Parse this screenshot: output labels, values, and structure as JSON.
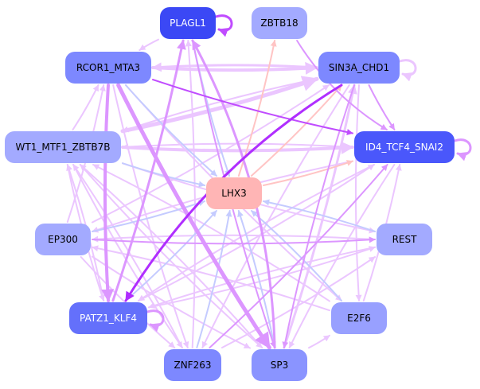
{
  "diagram": {
    "type": "directed-network",
    "colors": {
      "pink_edge": "#ffc4c4",
      "blue_edge": "#c4cbff",
      "light_purple_edge": "#ebc6ff",
      "mid_purple_edge": "#dc96ff",
      "strong_purple_edge": "#c04cff",
      "deep_purple_edge": "#b02eff"
    },
    "nodes": [
      {
        "id": "PLAGL1",
        "label": "PLAGL1",
        "fill": "#3b48f5",
        "text": "#ffffff"
      },
      {
        "id": "ZBTB18",
        "label": "ZBTB18",
        "fill": "#a3aaff",
        "text": "#000000"
      },
      {
        "id": "RCOR1_MTA3",
        "label": "RCOR1_MTA3",
        "fill": "#7d88ff",
        "text": "#000000"
      },
      {
        "id": "SIN3A_CHD1",
        "label": "SIN3A_CHD1",
        "fill": "#7d88ff",
        "text": "#000000"
      },
      {
        "id": "WT1_MTF1_ZBTB7B",
        "label": "WT1_MTF1_ZBTB7B",
        "fill": "#a3aaff",
        "text": "#000000"
      },
      {
        "id": "ID4_TCF4_SNAI2",
        "label": "ID4_TCF4_SNAI2",
        "fill": "#4a57fb",
        "text": "#ffffff"
      },
      {
        "id": "LHX3",
        "label": "LHX3",
        "fill": "#ffb5b5",
        "text": "#000000"
      },
      {
        "id": "EP300",
        "label": "EP300",
        "fill": "#a3aaff",
        "text": "#000000"
      },
      {
        "id": "REST",
        "label": "REST",
        "fill": "#a3aaff",
        "text": "#000000"
      },
      {
        "id": "PATZ1_KLF4",
        "label": "PATZ1_KLF4",
        "fill": "#6470fb",
        "text": "#ffffff"
      },
      {
        "id": "E2F6",
        "label": "E2F6",
        "fill": "#98a0ff",
        "text": "#000000"
      },
      {
        "id": "ZNF263",
        "label": "ZNF263",
        "fill": "#7d88ff",
        "text": "#000000"
      },
      {
        "id": "SP3",
        "label": "SP3",
        "fill": "#8a94ff",
        "text": "#000000"
      }
    ],
    "edges": [
      {
        "from": "PLAGL1",
        "to": "PLAGL1",
        "color": "strong_purple_edge",
        "weight": 3
      },
      {
        "from": "SIN3A_CHD1",
        "to": "SIN3A_CHD1",
        "color": "light_purple_edge",
        "weight": 3
      },
      {
        "from": "ID4_TCF4_SNAI2",
        "to": "ID4_TCF4_SNAI2",
        "color": "mid_purple_edge",
        "weight": 3
      },
      {
        "from": "PATZ1_KLF4",
        "to": "PATZ1_KLF4",
        "color": "mid_purple_edge",
        "weight": 3
      },
      {
        "from": "PLAGL1",
        "to": "RCOR1_MTA3",
        "color": "light_purple_edge",
        "weight": 2
      },
      {
        "from": "PLAGL1",
        "to": "LHX3",
        "color": "blue_edge",
        "weight": 2
      },
      {
        "from": "LHX3",
        "to": "ZBTB18",
        "color": "pink_edge",
        "weight": 2
      },
      {
        "from": "ZBTB18",
        "to": "ID4_TCF4_SNAI2",
        "color": "mid_purple_edge",
        "weight": 2
      },
      {
        "from": "RCOR1_MTA3",
        "to": "SIN3A_CHD1",
        "color": "light_purple_edge",
        "weight": 4
      },
      {
        "from": "RCOR1_MTA3",
        "to": "ID4_TCF4_SNAI2",
        "color": "strong_purple_edge",
        "weight": 2
      },
      {
        "from": "RCOR1_MTA3",
        "to": "LHX3",
        "color": "blue_edge",
        "weight": 2
      },
      {
        "from": "SIN3A_CHD1",
        "to": "RCOR1_MTA3",
        "color": "light_purple_edge",
        "weight": 3
      },
      {
        "from": "SIN3A_CHD1",
        "to": "ID4_TCF4_SNAI2",
        "color": "mid_purple_edge",
        "weight": 2
      },
      {
        "from": "SIN3A_CHD1",
        "to": "WT1_MTF1_ZBTB7B",
        "color": "light_purple_edge",
        "weight": 2
      },
      {
        "from": "SIN3A_CHD1",
        "to": "PATZ1_KLF4",
        "color": "deep_purple_edge",
        "weight": 3
      },
      {
        "from": "LHX3",
        "to": "SIN3A_CHD1",
        "color": "pink_edge",
        "weight": 2
      },
      {
        "from": "LHX3",
        "to": "ID4_TCF4_SNAI2",
        "color": "pink_edge",
        "weight": 2
      },
      {
        "from": "WT1_MTF1_ZBTB7B",
        "to": "ID4_TCF4_SNAI2",
        "color": "light_purple_edge",
        "weight": 4
      },
      {
        "from": "WT1_MTF1_ZBTB7B",
        "to": "RCOR1_MTA3",
        "color": "light_purple_edge",
        "weight": 2
      },
      {
        "from": "WT1_MTF1_ZBTB7B",
        "to": "SIN3A_CHD1",
        "color": "light_purple_edge",
        "weight": 5
      },
      {
        "from": "WT1_MTF1_ZBTB7B",
        "to": "LHX3",
        "color": "blue_edge",
        "weight": 2
      },
      {
        "from": "EP300",
        "to": "LHX3",
        "color": "blue_edge",
        "weight": 2
      },
      {
        "from": "EP300",
        "to": "REST",
        "color": "mid_purple_edge",
        "weight": 2
      },
      {
        "from": "REST",
        "to": "LHX3",
        "color": "blue_edge",
        "weight": 2
      },
      {
        "from": "REST",
        "to": "EP300",
        "color": "light_purple_edge",
        "weight": 2
      },
      {
        "from": "PATZ1_KLF4",
        "to": "PLAGL1",
        "color": "mid_purple_edge",
        "weight": 3
      },
      {
        "from": "PATZ1_KLF4",
        "to": "LHX3",
        "color": "blue_edge",
        "weight": 2
      },
      {
        "from": "PATZ1_KLF4",
        "to": "ID4_TCF4_SNAI2",
        "color": "light_purple_edge",
        "weight": 2
      },
      {
        "from": "RCOR1_MTA3",
        "to": "PATZ1_KLF4",
        "color": "mid_purple_edge",
        "weight": 4
      },
      {
        "from": "RCOR1_MTA3",
        "to": "SP3",
        "color": "mid_purple_edge",
        "weight": 5
      },
      {
        "from": "RCOR1_MTA3",
        "to": "ZNF263",
        "color": "light_purple_edge",
        "weight": 2
      },
      {
        "from": "RCOR1_MTA3",
        "to": "E2F6",
        "color": "light_purple_edge",
        "weight": 2
      },
      {
        "from": "WT1_MTF1_ZBTB7B",
        "to": "REST",
        "color": "light_purple_edge",
        "weight": 2
      },
      {
        "from": "WT1_MTF1_ZBTB7B",
        "to": "SP3",
        "color": "light_purple_edge",
        "weight": 2
      },
      {
        "from": "E2F6",
        "to": "LHX3",
        "color": "blue_edge",
        "weight": 2
      },
      {
        "from": "E2F6",
        "to": "EP300",
        "color": "light_purple_edge",
        "weight": 2
      },
      {
        "from": "E2F6",
        "to": "ID4_TCF4_SNAI2",
        "color": "light_purple_edge",
        "weight": 2
      },
      {
        "from": "SP3",
        "to": "LHX3",
        "color": "blue_edge",
        "weight": 2
      },
      {
        "from": "SP3",
        "to": "E2F6",
        "color": "light_purple_edge",
        "weight": 2
      },
      {
        "from": "SP3",
        "to": "PLAGL1",
        "color": "mid_purple_edge",
        "weight": 3
      },
      {
        "from": "SP3",
        "to": "WT1_MTF1_ZBTB7B",
        "color": "light_purple_edge",
        "weight": 2
      },
      {
        "from": "SP3",
        "to": "SIN3A_CHD1",
        "color": "light_purple_edge",
        "weight": 3
      },
      {
        "from": "ZNF263",
        "to": "LHX3",
        "color": "blue_edge",
        "weight": 2
      },
      {
        "from": "ZNF263",
        "to": "ID4_TCF4_SNAI2",
        "color": "mid_purple_edge",
        "weight": 2
      },
      {
        "from": "ZNF263",
        "to": "PLAGL1",
        "color": "light_purple_edge",
        "weight": 2
      },
      {
        "from": "EP300",
        "to": "ZNF263",
        "color": "light_purple_edge",
        "weight": 2
      },
      {
        "from": "EP300",
        "to": "SP3",
        "color": "light_purple_edge",
        "weight": 2
      },
      {
        "from": "EP300",
        "to": "RCOR1_MTA3",
        "color": "light_purple_edge",
        "weight": 2
      },
      {
        "from": "EP300",
        "to": "SIN3A_CHD1",
        "color": "light_purple_edge",
        "weight": 2
      },
      {
        "from": "SIN3A_CHD1",
        "to": "SP3",
        "color": "mid_purple_edge",
        "weight": 2
      },
      {
        "from": "SIN3A_CHD1",
        "to": "E2F6",
        "color": "light_purple_edge",
        "weight": 2
      },
      {
        "from": "SIN3A_CHD1",
        "to": "ZNF263",
        "color": "light_purple_edge",
        "weight": 2
      },
      {
        "from": "PLAGL1",
        "to": "SP3",
        "color": "mid_purple_edge",
        "weight": 2
      },
      {
        "from": "ID4_TCF4_SNAI2",
        "to": "WT1_MTF1_ZBTB7B",
        "color": "light_purple_edge",
        "weight": 2
      },
      {
        "from": "ID4_TCF4_SNAI2",
        "to": "EP300",
        "color": "light_purple_edge",
        "weight": 2
      },
      {
        "from": "ID4_TCF4_SNAI2",
        "to": "PATZ1_KLF4",
        "color": "light_purple_edge",
        "weight": 2
      },
      {
        "from": "ID4_TCF4_SNAI2",
        "to": "SP3",
        "color": "light_purple_edge",
        "weight": 2
      },
      {
        "from": "REST",
        "to": "PATZ1_KLF4",
        "color": "light_purple_edge",
        "weight": 2
      },
      {
        "from": "E2F6",
        "to": "WT1_MTF1_ZBTB7B",
        "color": "light_purple_edge",
        "weight": 2
      },
      {
        "from": "PATZ1_KLF4",
        "to": "REST",
        "color": "light_purple_edge",
        "weight": 2
      },
      {
        "from": "PATZ1_KLF4",
        "to": "WT1_MTF1_ZBTB7B",
        "color": "light_purple_edge",
        "weight": 2
      },
      {
        "from": "ZNF263",
        "to": "WT1_MTF1_ZBTB7B",
        "color": "light_purple_edge",
        "weight": 2
      },
      {
        "from": "WT1_MTF1_ZBTB7B",
        "to": "ZNF263",
        "color": "light_purple_edge",
        "weight": 2
      },
      {
        "from": "WT1_MTF1_ZBTB7B",
        "to": "PATZ1_KLF4",
        "color": "light_purple_edge",
        "weight": 2
      },
      {
        "from": "ZNF263",
        "to": "REST",
        "color": "light_purple_edge",
        "weight": 2
      }
    ]
  }
}
